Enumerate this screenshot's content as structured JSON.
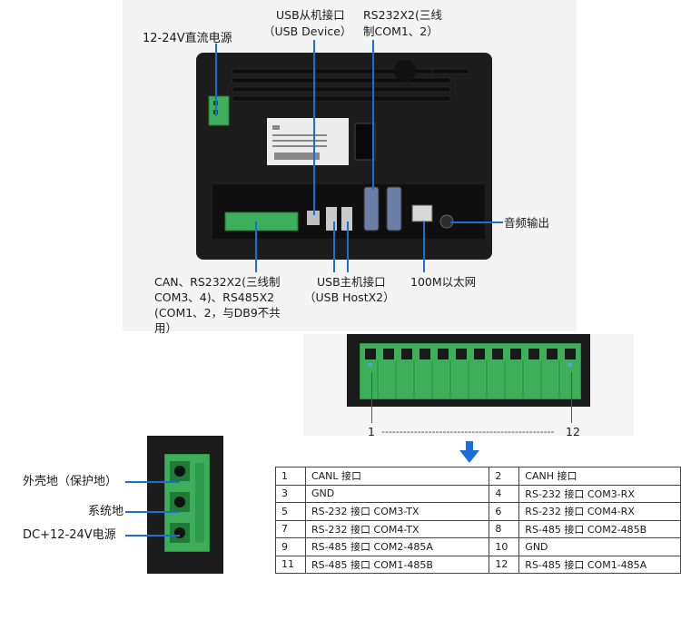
{
  "top": {
    "label_power": "12-24V直流电源",
    "label_usb_device_1": "USB从机接口",
    "label_usb_device_2": "（USB Device）",
    "label_rs232_1": "RS232X2(三线",
    "label_rs232_2": "制COM1、2）",
    "label_audio": "音频输出",
    "label_can_1": "CAN、RS232X2(三线制",
    "label_can_2": "COM3、4)、RS485X2",
    "label_can_3": "(COM1、2，与DB9不共",
    "label_can_4": "用）",
    "label_usb_host_1": "USB主机接口",
    "label_usb_host_2": "（USB HostX2）",
    "label_ethernet": "100M以太网"
  },
  "terminal": {
    "pin_first": "1",
    "pin_last": "12",
    "dashes": "------------------------------------------------"
  },
  "power_connector": {
    "label_shell": "外壳地（保护地）",
    "label_system": "系统地",
    "label_dc": "DC+12-24V电源"
  },
  "pin_table": [
    {
      "n1": "1",
      "d1": "CANL 接口",
      "n2": "2",
      "d2": "CANH 接口"
    },
    {
      "n1": "3",
      "d1": "GND",
      "n2": "4",
      "d2": "RS-232 接口 COM3-RX"
    },
    {
      "n1": "5",
      "d1": "RS-232 接口 COM3-TX",
      "n2": "6",
      "d2": "RS-232 接口 COM4-RX"
    },
    {
      "n1": "7",
      "d1": "RS-232 接口 COM4-TX",
      "n2": "8",
      "d2": "RS-485 接口 COM2-485B"
    },
    {
      "n1": "9",
      "d1": "RS-485 接口 COM2-485A",
      "n2": "10",
      "d2": "GND"
    },
    {
      "n1": "11",
      "d1": "RS-485 接口 COM1-485B",
      "n2": "12",
      "d2": "RS-485 接口 COM1-485A"
    }
  ],
  "colors": {
    "pointer": "#1a6fd6",
    "terminal_green": "#3fae5a",
    "device_body": "#1c1c1c"
  }
}
